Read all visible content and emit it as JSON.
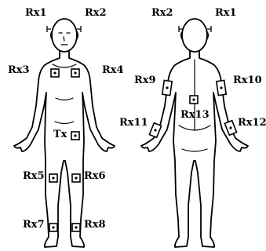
{
  "labels": {
    "front_rx1": "Rx1",
    "front_rx2": "Rx2",
    "front_rx3": "Rx3",
    "front_rx4": "Rx4",
    "front_tx": "Tx",
    "front_rx5": "Rx5",
    "front_rx6": "Rx6",
    "front_rx7": "Rx7",
    "front_rx8": "Rx8",
    "back_rx2": "Rx2",
    "back_rx1": "Rx1",
    "back_rx9": "Rx9",
    "back_rx10": "Rx10",
    "back_rx11": "Rx11",
    "back_rx12": "Rx12",
    "back_rx13": "Rx13"
  }
}
